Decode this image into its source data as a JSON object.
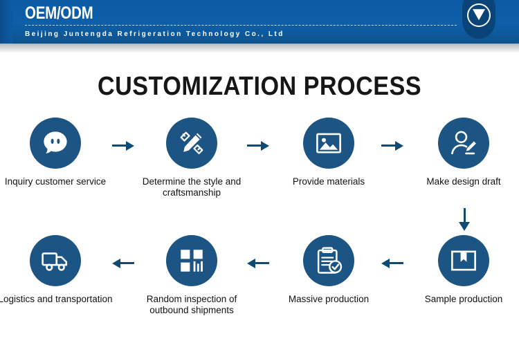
{
  "header": {
    "brand_title": "OEM/ODM",
    "company_name": "Beijing Juntengda Refrigeration Technology Co., Ltd",
    "logo_icon": "chevron-down-badge-icon",
    "band_color": "#0d5ba5",
    "logo_badge_color": "#0a4378"
  },
  "page_title": "CUSTOMIZATION PROCESS",
  "theme": {
    "circle_color": "#1c5583",
    "arrow_color": "#0f4a74",
    "label_color": "#111111",
    "background": "#ffffff"
  },
  "flow": {
    "row1": [
      {
        "label": "Inquiry customer service",
        "icon": "chat-bubble-icon"
      },
      {
        "label": "Determine the style and craftsmanship",
        "icon": "pencil-design-icon"
      },
      {
        "label": "Provide materials",
        "icon": "image-picture-icon"
      },
      {
        "label": "Make design draft",
        "icon": "person-pencil-icon"
      }
    ],
    "row2": [
      {
        "label": "Logistics and transportation",
        "icon": "delivery-truck-icon"
      },
      {
        "label": "Random inspection of outbound shipments",
        "icon": "inspection-grid-icon"
      },
      {
        "label": "Massive production",
        "icon": "clipboard-check-icon"
      },
      {
        "label": "Sample production",
        "icon": "package-box-icon"
      }
    ],
    "connectors": {
      "row1_arrows": [
        "arrow-right-icon",
        "arrow-right-icon",
        "arrow-right-icon"
      ],
      "row_link_arrow": "arrow-down-icon",
      "row2_arrows": [
        "arrow-left-icon",
        "arrow-left-icon",
        "arrow-left-icon"
      ]
    }
  }
}
